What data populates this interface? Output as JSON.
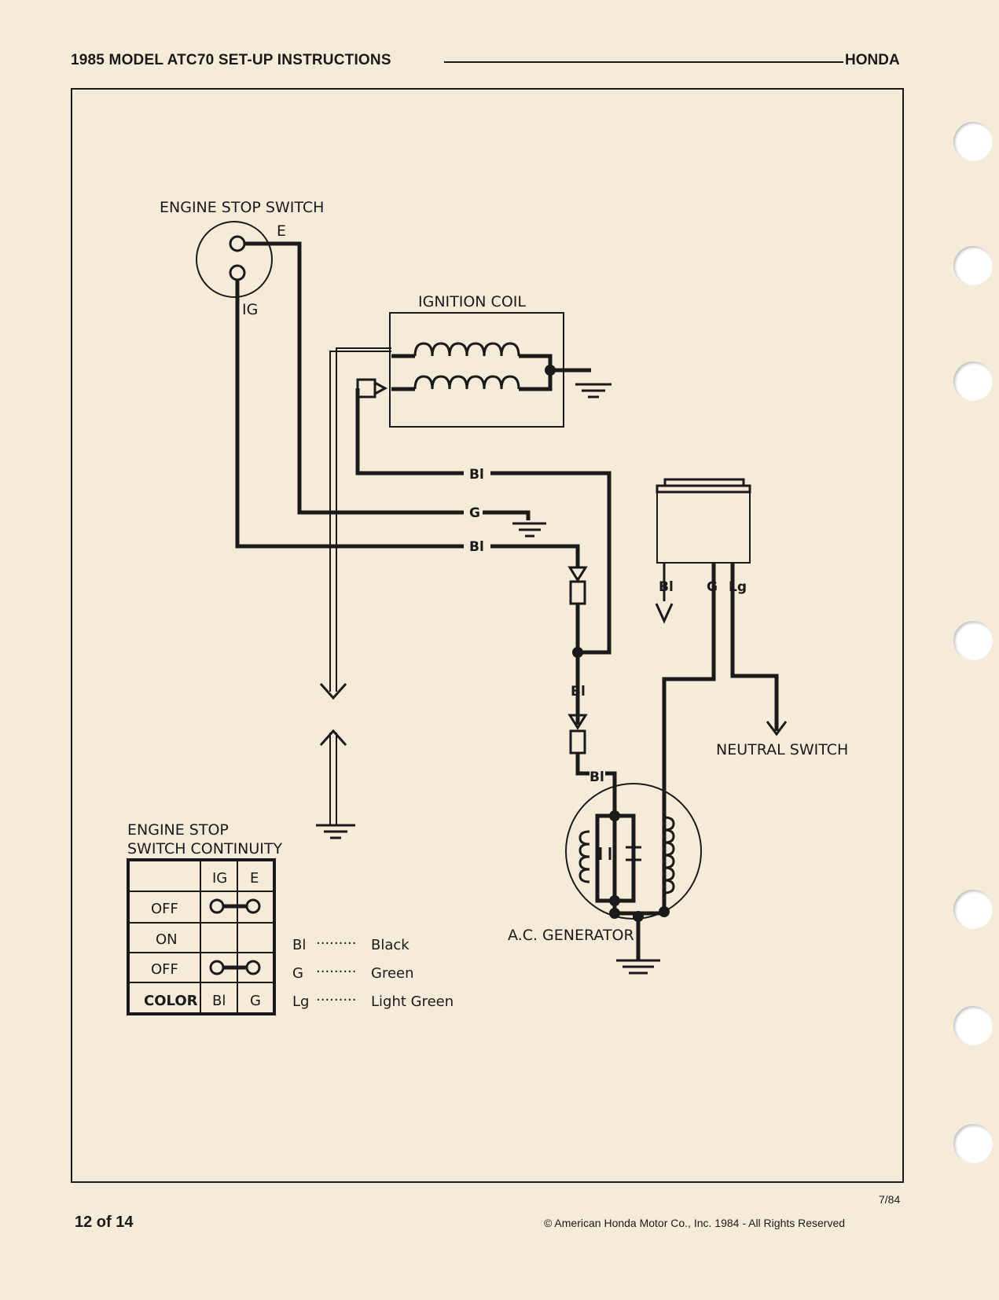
{
  "header": {
    "title": "1985 MODEL ATC70 SET-UP INSTRUCTIONS",
    "brand": "HONDA"
  },
  "footer": {
    "page": "12 of 14",
    "date": "7/84",
    "copyright": "© American Honda Motor Co., Inc. 1984 - All Rights Reserved"
  },
  "diagram": {
    "engine_stop_switch": {
      "title": "ENGINE STOP SWITCH",
      "terminal_e": "E",
      "terminal_ig": "IG"
    },
    "ignition_coil": {
      "title": "IGNITION COIL"
    },
    "wire_labels": {
      "bl_1": "Bl",
      "g": "G",
      "bl_2": "Bl",
      "bl_3": "Bl",
      "bl_4": "Bl"
    },
    "connector_labels": {
      "bl": "Bl",
      "g": "G",
      "lg": "Lg"
    },
    "neutral_switch": {
      "title": "NEUTRAL SWITCH"
    },
    "ac_generator": {
      "title": "A.C. GENERATOR"
    },
    "continuity_table": {
      "title_line1": "ENGINE STOP",
      "title_line2": "SWITCH CONTINUITY",
      "headers": [
        "",
        "IG",
        "E"
      ],
      "rows": [
        {
          "label": "OFF",
          "connected": true
        },
        {
          "label": "ON",
          "connected": false
        },
        {
          "label": "OFF",
          "connected": true
        }
      ],
      "color_row": {
        "label": "COLOR",
        "ig": "Bl",
        "e": "G"
      }
    },
    "legend": [
      {
        "code": "Bl",
        "dots": "·········",
        "name": "Black"
      },
      {
        "code": "G",
        "dots": "·········",
        "name": "Green"
      },
      {
        "code": "Lg",
        "dots": "·········",
        "name": "Light Green"
      }
    ]
  }
}
